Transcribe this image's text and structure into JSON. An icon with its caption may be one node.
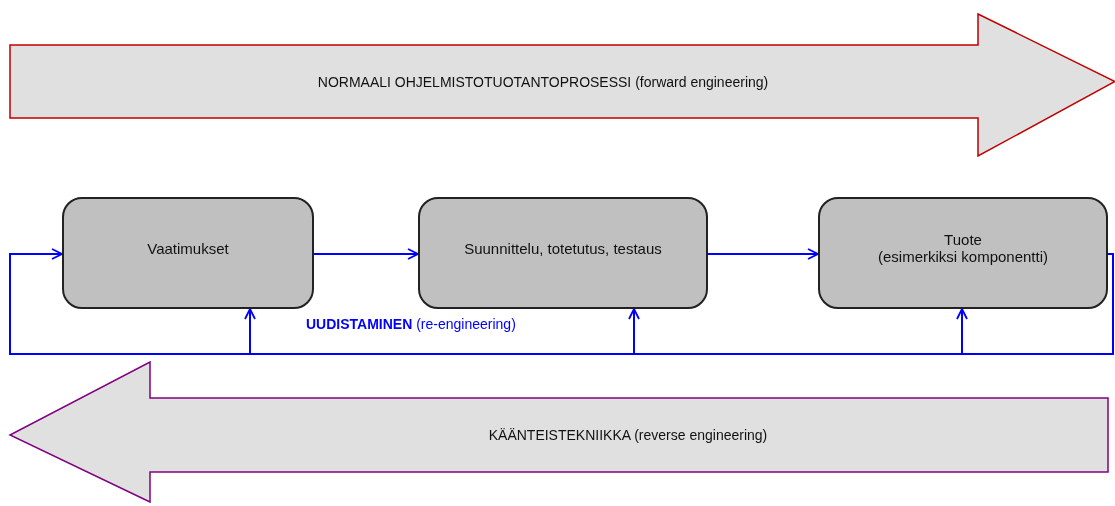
{
  "diagram": {
    "nodes": [
      {
        "text": [
          "NORMAALI OHJELMISTOTUOTANTOPROSESSI (forward engineering)"
        ]
      },
      {
        "text": [
          "Vaatimukset"
        ]
      },
      {
        "text": [
          "Suunnittelu, totetutus, testaus"
        ]
      },
      {
        "text": [
          "Tuote",
          "(esimerkiksi komponentti)"
        ]
      },
      {
        "text": [
          "KÄÄNTEISTEKNIIKKA (reverse engineering)"
        ]
      }
    ],
    "edges": [
      {
        "from": 1,
        "to": 2,
        "arrow": "to"
      },
      {
        "from": 2,
        "to": 3,
        "arrow": "to"
      },
      {
        "from": 3,
        "to": 1,
        "arrow": "to"
      },
      {
        "from": 3,
        "to": 1,
        "arrow": "to"
      },
      {
        "from": 3,
        "to": 2,
        "arrow": "to"
      },
      {
        "from": 3,
        "to": 3,
        "arrow": "to"
      }
    ],
    "labels": [
      "**UUDISTAMINEN** (re-engineering)"
    ]
  }
}
